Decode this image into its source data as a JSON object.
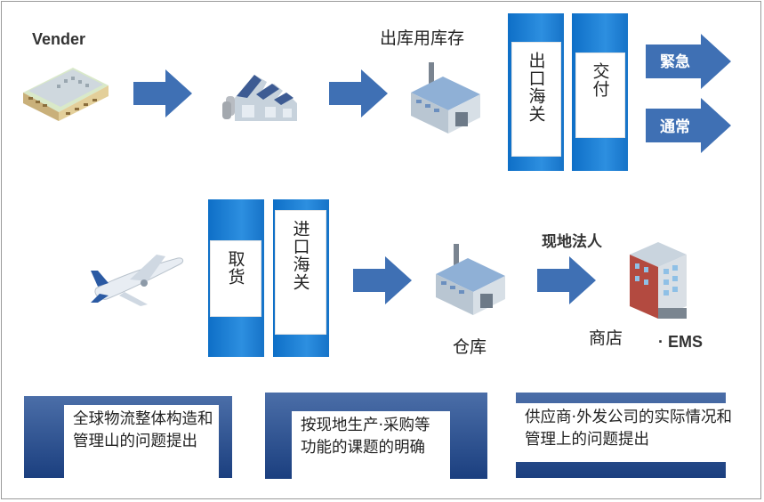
{
  "labels": {
    "vender": "Vender",
    "stock": "出库用库存",
    "urgent": "緊急",
    "normal": "通常",
    "local_corp": "现地法人",
    "warehouse": "仓库",
    "store": "商店",
    "ems": "· EMS"
  },
  "customs": {
    "export": "出口海关",
    "deliver": "交付",
    "pickup": "取货",
    "import": "进口海关"
  },
  "notes": {
    "note1": "全球物流整体构造和管理山的问题提出",
    "note2": "按现地生产·采购等功能的课题的明确",
    "note3": "供应商·外发公司的实际情况和管理上的问题提出"
  },
  "colors": {
    "arrow": "#3f70b4",
    "customs_blue": "#1a7fd6",
    "card_navy": "#2d4f8f"
  }
}
